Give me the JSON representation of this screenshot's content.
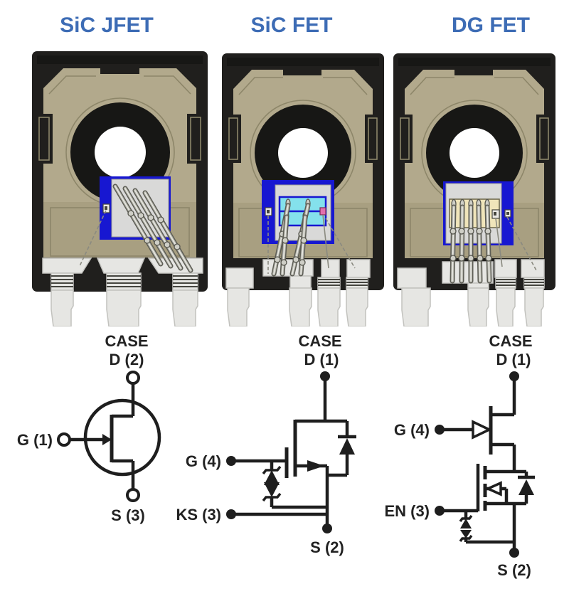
{
  "titles": {
    "jfet": "SiC JFET",
    "sic_fet": "SiC FET",
    "dg_fet": "DG FET"
  },
  "schematics": {
    "jfet": {
      "case": "CASE",
      "drain": "D (2)",
      "gate": "G (1)",
      "source": "S (3)"
    },
    "sic_fet": {
      "case": "CASE",
      "drain": "D (1)",
      "gate": "G (4)",
      "kelvin_source": "KS (3)",
      "source": "S (2)"
    },
    "dg_fet": {
      "case": "CASE",
      "drain": "D (1)",
      "gate": "G (4)",
      "enable": "EN (3)",
      "source": "S (2)"
    }
  },
  "colors": {
    "title_blue": "#3d6cb5",
    "schematic_ink": "#1e1e1e",
    "package_body": "#201f1d",
    "hole_black": "#171715",
    "package_tan": "#b2a98c",
    "package_tan_low": "#a89f81",
    "tan_outline": "#8d8669",
    "die_attach_blue": "#1717d1",
    "die_grey": "#d9d9d8",
    "die_cyan": "#84e1ec",
    "die_cream": "#f0e5ba",
    "pad_pink": "#e36fae",
    "lead_grey": "#e6e6e3",
    "lead_shade": "#c2c2be"
  }
}
